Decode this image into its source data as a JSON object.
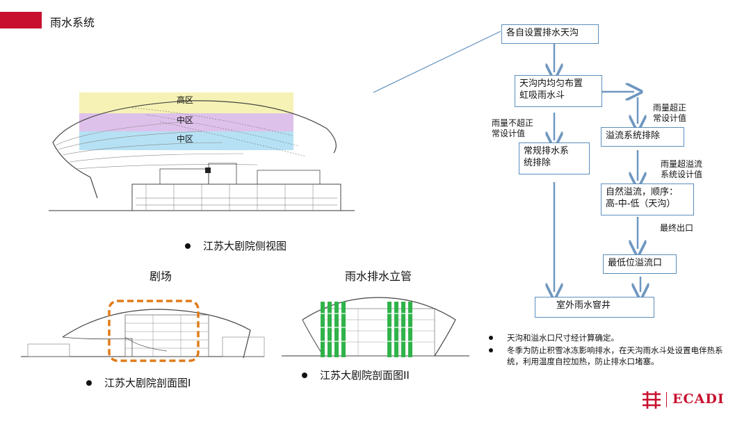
{
  "header": {
    "title": "雨水系统"
  },
  "side_view": {
    "zones": [
      "高区",
      "中区",
      "中区"
    ],
    "caption": "江苏大剧院侧视图"
  },
  "section1": {
    "title": "剧场",
    "caption": "江苏大剧院剖面图I"
  },
  "section2": {
    "title": "雨水排水立管",
    "caption": "江苏大剧院剖面图II"
  },
  "flow": {
    "box1": "各自设置排水天沟",
    "box2_line1": "天沟内均匀布置",
    "box2_line2": "虹吸雨水斗",
    "box3_line1": "常规排水系",
    "box3_line2": "统排除",
    "box4": "溢流系统排除",
    "box5_line1": "自然溢流，顺序：",
    "box5_line2": "高-中-低（天沟）",
    "box6": "最低位溢流口",
    "box7": "室外雨水窨井",
    "note_left_line1": "雨量不超正",
    "note_left_line2": "常设计值",
    "note_right_line1": "雨量超正",
    "note_right_line2": "常设计值",
    "note_overflow_line1": "雨量超溢流",
    "note_overflow_line2": "系统设计值",
    "note_final": "最终出口"
  },
  "notes": [
    "天沟和溢水口尺寸经计算确定。",
    "冬季为防止积雪冰冻影响排水，在天沟雨水斗处设置电伴热系统，利用温度自控加热，防止排水口堵塞。"
  ],
  "logo": {
    "text": "ECADI"
  },
  "colors": {
    "accent": "#c8102e",
    "box_border": "#5a8dbb",
    "arrow": "#6f97c0",
    "dash": "#e07b1a",
    "pipe": "#2fb34a"
  }
}
